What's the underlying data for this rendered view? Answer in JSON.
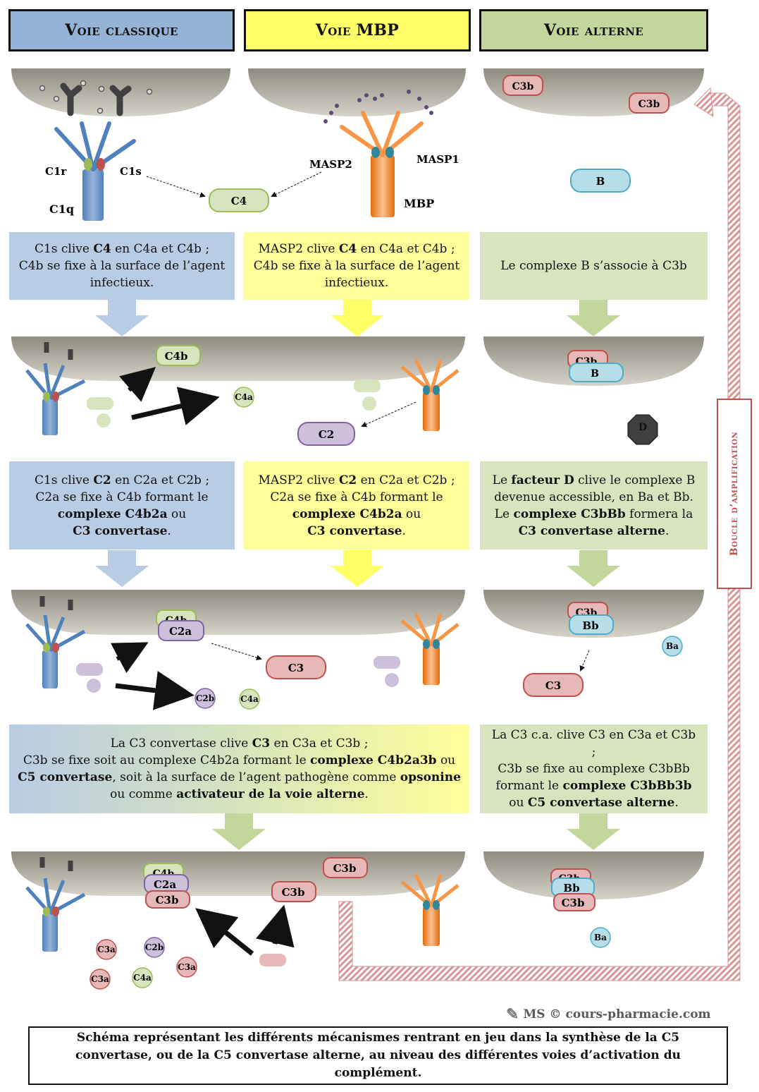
{
  "headers": {
    "classic": "Voie classique",
    "mbp": "Voie MBP",
    "alterne": "Voie alterne"
  },
  "colors": {
    "classic": "#b8cce4",
    "mbp": "#ffff99",
    "alterne": "#d7e4bd",
    "loop": "#c0504d"
  },
  "row1": {
    "classic": {
      "p1": "C1s clive ",
      "b1": "C4",
      "p2": " en C4a et C4b ;",
      "l2": "C4b se fixe à la surface de l’agent infectieux."
    },
    "mbp": {
      "p1": "MASP2 clive ",
      "b1": "C4",
      "p2": " en C4a et C4b ;",
      "l2": "C4b se fixe à la surface de l’agent infectieux."
    },
    "alterne": {
      "text": "Le complexe B s’associe à C3b"
    }
  },
  "row2": {
    "classic": {
      "p1": "C1s clive ",
      "b1": "C2",
      "p2": " en C2a et C2b ;",
      "l2": "C2a se fixe à C4b formant le",
      "b2": "complexe C4b2a",
      "p3": " ou",
      "b3": "C3 convertase",
      "p4": "."
    },
    "mbp": {
      "p1": "MASP2 clive ",
      "b1": "C2",
      "p2": " en C2a et C2b ;",
      "l2": "C2a se fixe à C4b formant le",
      "b2": "complexe C4b2a",
      "p3": " ou",
      "b3": "C3 convertase",
      "p4": "."
    },
    "alterne": {
      "p1": "Le ",
      "b1": "facteur D",
      "p2": " clive le complexe B devenue accessible, en Ba et Bb.",
      "p3": "Le ",
      "b2": "complexe C3bBb",
      "p4": " formera la",
      "b3": "C3 convertase alterne",
      "p5": "."
    }
  },
  "row3": {
    "shared": {
      "p1": "La C3 convertase clive ",
      "b1": "C3",
      "p2": " en C3a et C3b ;",
      "p3": "C3b se fixe soit au complexe C4b2a formant le ",
      "b2": "complexe C4b2a3b",
      "p4": " ou",
      "b3": "C5 convertase",
      "p5": ", soit à la surface de l’agent pathogène comme ",
      "b4": "opsonine",
      "p6": "ou comme ",
      "b5": "activateur de la voie alterne",
      "p7": "."
    },
    "alterne": {
      "p1": "La C3 c.a. clive C3 en C3a et C3b ;",
      "p2": "C3b se fixe au complexe C3bBb",
      "p3": "formant le ",
      "b1": "complexe C3bBb3b",
      "p4": "ou ",
      "b2": "C5 convertase alterne",
      "p5": "."
    }
  },
  "labels": {
    "c1r": "C1r",
    "c1s": "C1s",
    "c1q": "C1q",
    "c4": "C4",
    "masp2": "MASP2",
    "masp1": "MASP1",
    "mbp": "MBP",
    "c3b": "C3b",
    "b": "B",
    "c4b": "C4b",
    "c4a": "C4a",
    "c2": "C2",
    "d": "D",
    "c2a": "C2a",
    "c3": "C3",
    "c2b": "C2b",
    "bb": "Bb",
    "ba": "Ba",
    "c3a": "C3a"
  },
  "loop_label": "Boucle d’amplification",
  "credit": {
    "logo": "MS",
    "text": "© cours-pharmacie.com"
  },
  "caption": "Schéma représentant les différents mécanismes rentrant en jeu dans la synthèse de la C5 convertase, ou de la C5 convertase alterne, au niveau des différentes voies d’activation du complément."
}
